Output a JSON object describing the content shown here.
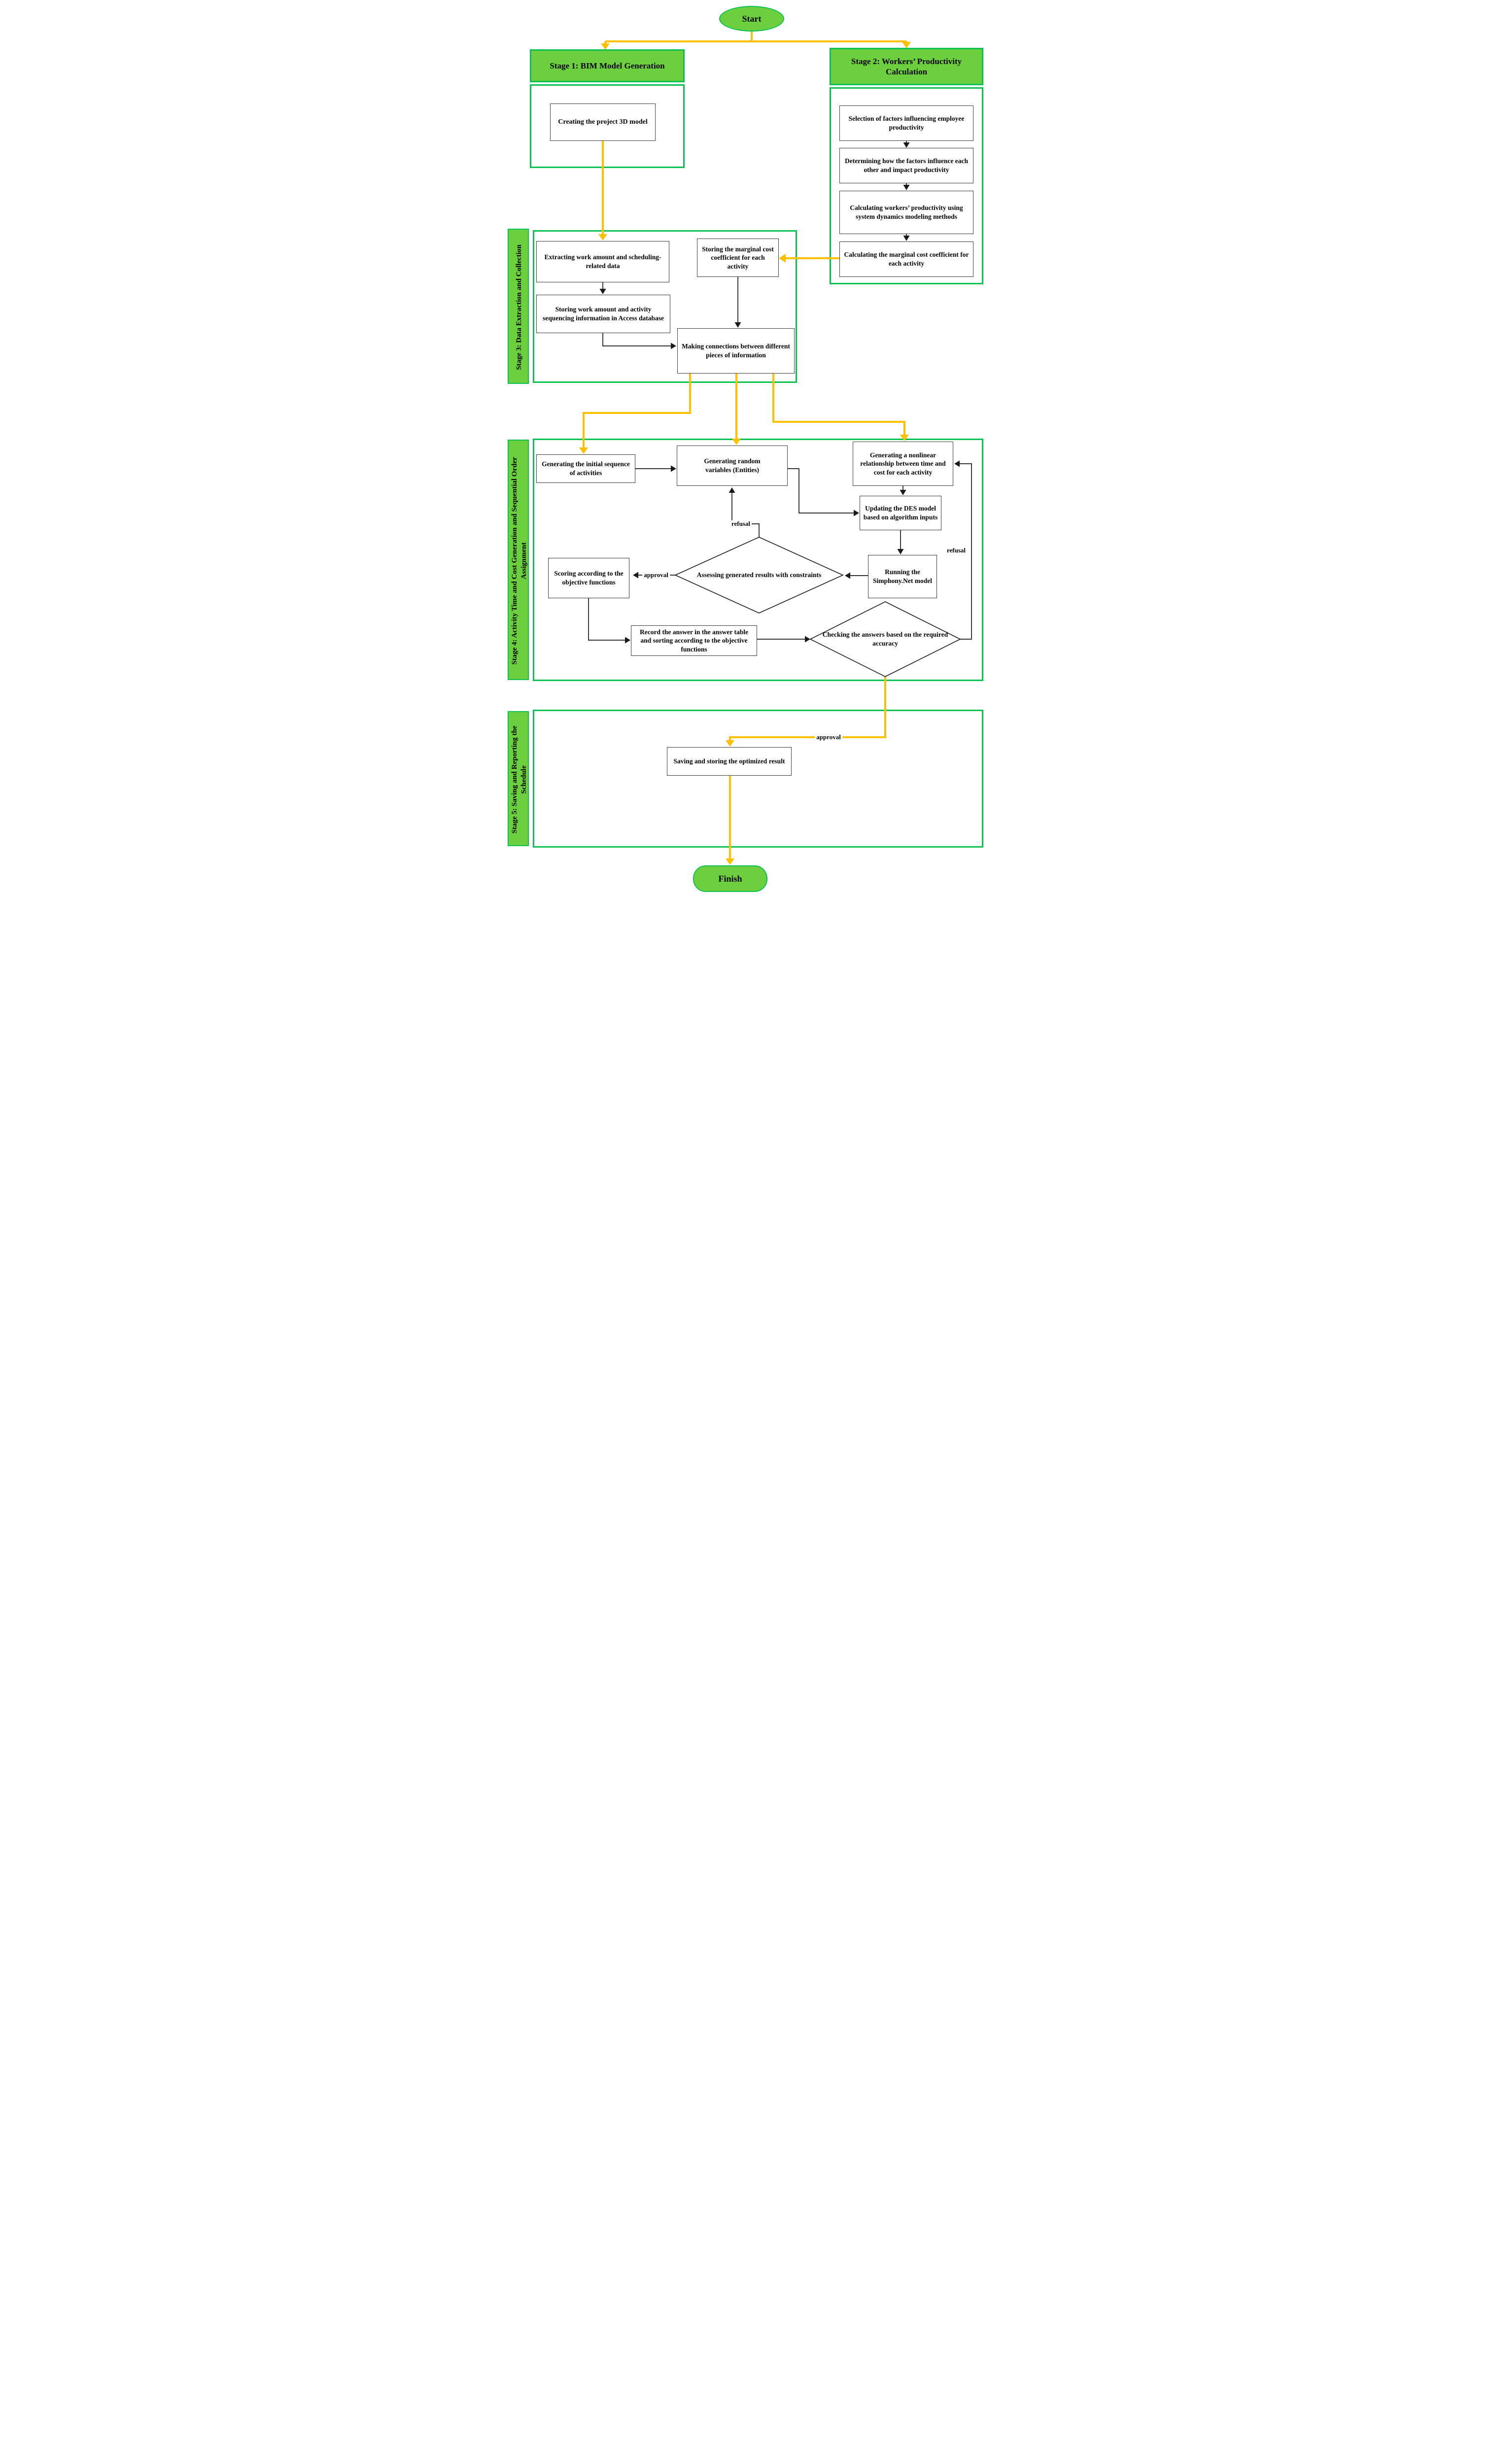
{
  "flowchart": {
    "start": "Start",
    "finish": "Finish",
    "stage1": {
      "title": "Stage 1: BIM Model Generation",
      "creating": "Creating the project 3D model"
    },
    "stage2": {
      "title": "Stage 2: Workers’ Productivity Calculation",
      "selection": "Selection of factors influencing employee productivity",
      "determining": "Determining how the factors influence each other and impact productivity",
      "calc_productivity": "Calculating workers’ productivity using system dynamics modeling methods",
      "calc_marginal": "Calculating the marginal cost coefficient for each activity"
    },
    "stage3": {
      "title": "Stage 3: Data Extraction and Collection",
      "extracting": "Extracting work amount and scheduling-related data",
      "storing_work": "Storing work amount and activity sequencing information in Access database",
      "storing_marginal": "Storing the marginal cost coefficient for each activity",
      "making": "Making connections between different pieces of information"
    },
    "stage4": {
      "title": "Stage 4: Activity Time and Cost Generation and Sequential Order Assignment",
      "gen_initial": "Generating the initial sequence of activities",
      "gen_random": "Generating random variables (Entities)",
      "gen_nonlinear": "Generating a nonlinear relationship between time and cost for each activity",
      "updating": "Updating the DES model based on algorithm inputs",
      "running": "Running the Simphony.Net model",
      "assessing": "Assessing generated results with constraints",
      "scoring": "Scoring according to the objective functions",
      "record": "Record the answer in the answer table and sorting according to the objective functions",
      "checking": "Checking the answers based on the required accuracy"
    },
    "stage5": {
      "title": "Stage 5: Saving and Reporting the Schedule",
      "saving": "Saving and storing the optimized result"
    },
    "edge_labels": {
      "refusal_upper": "refusal",
      "approval_left": "approval",
      "refusal_right": "refusal",
      "approval_lower": "approval"
    },
    "colors": {
      "stage_fill": "#6ccf3d",
      "stage_border": "#0dc253",
      "connector_yellow": "#ffc000",
      "connector_black": "#1a1a1a",
      "node_border": "#3f3f3f",
      "text": "#000000"
    }
  }
}
